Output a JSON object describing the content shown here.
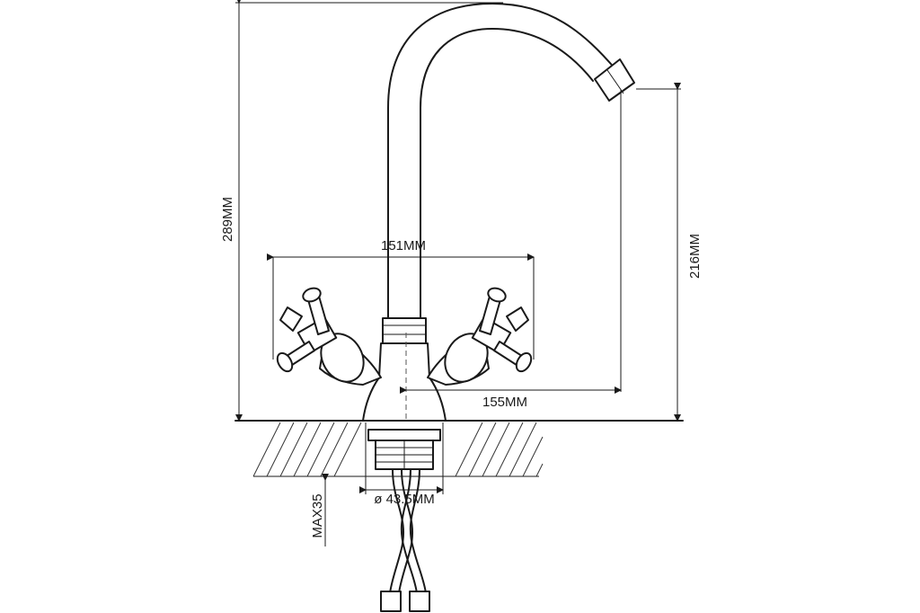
{
  "dimensions": {
    "total_height": "289MM",
    "spout_height": "216MM",
    "handle_span": "151MM",
    "spout_reach": "155MM",
    "base_diameter": "ø 43.5MM",
    "max_thickness": "MAX35"
  },
  "colors": {
    "line": "#1a1a1a",
    "background": "#ffffff"
  }
}
